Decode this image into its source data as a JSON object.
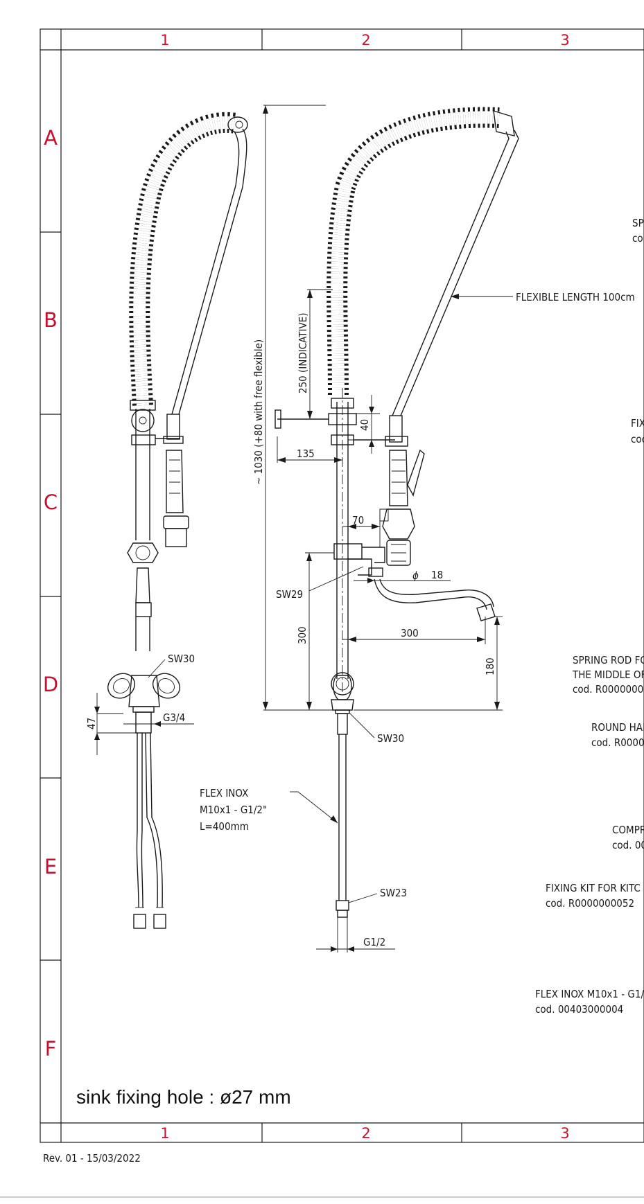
{
  "grid": {
    "columns": [
      "1",
      "2",
      "3"
    ],
    "rows": [
      "A",
      "B",
      "C",
      "D",
      "E",
      "F"
    ],
    "label_color": "#c8102e"
  },
  "dimensions": {
    "total_height": "~ 1030 (+80 with free flexible)",
    "spring_indicative": "250 (INDICATIVE)",
    "offset_135": "135",
    "offset_40": "40",
    "offset_70": "70",
    "diameter_symbol": "ϕ",
    "diameter_value": "18",
    "spout_300": "300",
    "height_300": "300",
    "spout_180": "180",
    "thread_47": "47"
  },
  "callouts": {
    "flexible_length": "FLEXIBLE LENGTH 100cm",
    "sw29": "SW29",
    "sw30_left": "SW30",
    "sw30_right": "SW30",
    "g34": "G3/4",
    "sw23": "SW23",
    "g12": "G1/2",
    "flex_line1": "FLEX INOX",
    "flex_line2": "M10x1 - G1/2\"",
    "flex_line3": "L=400mm"
  },
  "parts": {
    "spring_cut_1": "SP",
    "spring_cut_2": "co",
    "fix_cut_1": "FIX",
    "fix_cut_2": "coc",
    "spring_rod_1": "SPRING ROD FO",
    "spring_rod_2": "THE MIDDLE OF",
    "spring_rod_3": "cod. R0000000",
    "round_han_1": "ROUND HAN",
    "round_han_2": "cod. R0000",
    "compr_1": "COMPR",
    "compr_2": "cod. 00",
    "fixing_kit_1": "FIXING KIT FOR KITC",
    "fixing_kit_2": "cod. R0000000052",
    "flex_inox_1": "FLEX INOX M10x1 - G1/",
    "flex_inox_2": "cod. 00403000004"
  },
  "footer": {
    "sink_hole": "sink fixing hole : ø27 mm",
    "revision": "Rev. 01 - 15/03/2022"
  }
}
